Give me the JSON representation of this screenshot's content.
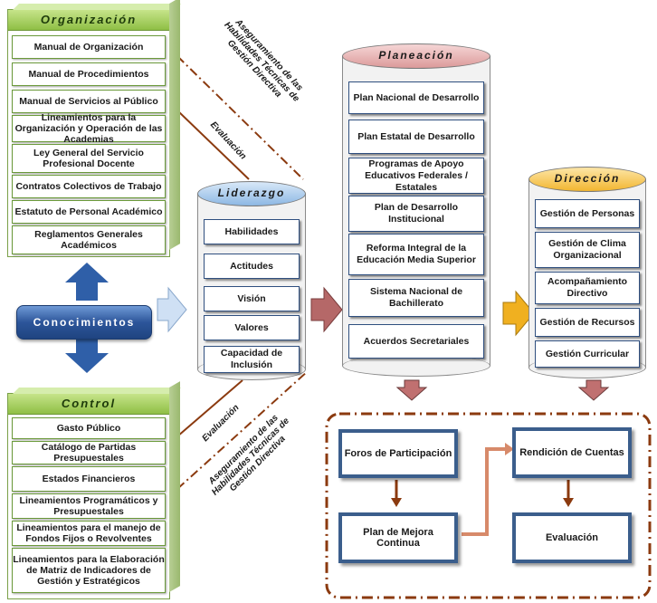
{
  "organizacion": {
    "title": "Organización",
    "items": [
      "Manual de Organización",
      "Manual de Procedimientos",
      "Manual de Servicios al Público",
      "Lineamientos para la Organización y Operación de las Academias",
      "Ley General del Servicio Profesional Docente",
      "Contratos Colectivos de Trabajo",
      "Estatuto de Personal Académico",
      "Reglamentos Generales Académicos"
    ]
  },
  "control": {
    "title": "Control",
    "items": [
      "Gasto Público",
      "Catálogo de Partidas Presupuestales",
      "Estados Financieros",
      "Lineamientos Programáticos y Presupuestales",
      "Lineamientos para el manejo de Fondos Fijos o Revolventes",
      "Lineamientos para la Elaboración de Matriz de Indicadores de Gestión y Estratégicos"
    ]
  },
  "conocimientos": "Conocimientos",
  "liderazgo": {
    "title": "Liderazgo",
    "items": [
      "Habilidades",
      "Actitudes",
      "Visión",
      "Valores",
      "Capacidad de Inclusión"
    ]
  },
  "planeacion": {
    "title": "Planeación",
    "items": [
      "Plan Nacional de Desarrollo",
      "Plan Estatal de Desarrollo",
      "Programas de Apoyo Educativos Federales / Estatales",
      "Plan de Desarrollo Institucional",
      "Reforma Integral de la Educación Media Superior",
      "Sistema Nacional de Bachillerato",
      "Acuerdos Secretariales"
    ]
  },
  "direccion": {
    "title": "Dirección",
    "items": [
      "Gestión de Personas",
      "Gestión de Clima Organizacional",
      "Acompañamiento Directivo",
      "Gestión de Recursos",
      "Gestión Curricular"
    ]
  },
  "connectors": {
    "top_aseguramiento": "Aseguramiento de las Habilidades Técnicas de Gestión Directiva",
    "top_evaluacion": "Evaluación",
    "bottom_evaluacion": "Evaluación",
    "bottom_aseguramiento": "Aseguramiento de las Habilidades Técnicas de Gestión Directiva"
  },
  "cycle": {
    "foros": "Foros de Participación",
    "rendicion": "Rendición de Cuentas",
    "plan_mejora": "Plan de Mejora Continua",
    "evaluacion": "Evaluación"
  },
  "colors": {
    "green_head": "#8fbf45",
    "planeacion_head": "#e5a5a5",
    "direccion_head": "#f5c04a",
    "liderazgo_head": "#9cc2e8",
    "box_border": "#3b5e8c",
    "dash_border": "#8b3a0f"
  }
}
